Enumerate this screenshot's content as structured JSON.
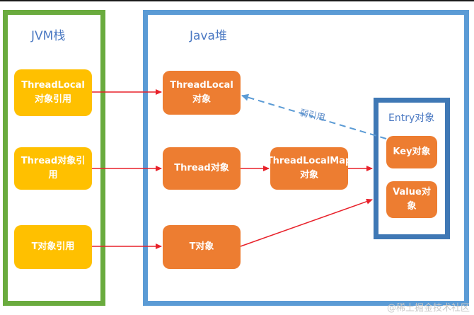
{
  "regions": {
    "jvm_stack": {
      "title": "JVM栈",
      "color": "#6aab3e"
    },
    "java_heap": {
      "title": "Java堆",
      "color": "#5b9bd5"
    },
    "entry": {
      "title": "Entry对象",
      "color": "#3f78b5"
    }
  },
  "nodes": {
    "threadlocal_ref": "ThreadLocal对象引用",
    "thread_ref": "Thread对象引用",
    "t_ref": "T对象引用",
    "threadlocal_obj": "ThreadLocal对象",
    "thread_obj": "Thread对象",
    "t_obj": "T对象",
    "threadlocalmap_obj": "ThreadLocalMap对象",
    "key_obj": "Key对象",
    "value_obj": "Value对象"
  },
  "edges": {
    "weak_ref_label": "弱引用."
  },
  "colors": {
    "stack_node": "#ffc000",
    "heap_node": "#ed7d31",
    "strong_arrow": "#e8212a",
    "weak_arrow": "#5b9bd5"
  },
  "watermark": "@稀土掘金技术社区"
}
